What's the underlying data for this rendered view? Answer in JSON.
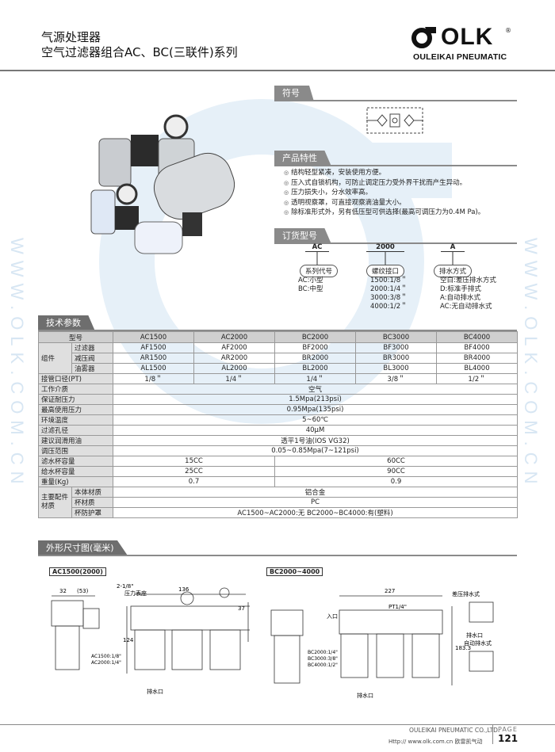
{
  "header": {
    "title_line1": "气源处理器",
    "title_line2": "空气过滤器组合AC、BC(三联件)系列",
    "logo_text": "OLK",
    "logo_reg": "®",
    "logo_sub": "OULEIKAI PNEUMATIC"
  },
  "watermark": "WWW.OLK.COM.CN",
  "sections": {
    "symbol": "符号",
    "features": "产品特性",
    "order": "订货型号",
    "spec": "技术参数",
    "dims": "外形尺寸图(毫米)"
  },
  "features": [
    "结构轻型紧凑，安装使用方便。",
    "压入式自锁机构，可防止调定压力受外界干扰而产生异动。",
    "压力损失小，分水效率高。",
    "透明视察罩，可直接观察滴油量大小。",
    "除标准形式外，另有低压型可供选择(最高可调压力为0.4M Pa)。"
  ],
  "order": {
    "codes": [
      "AC",
      "2000",
      "A"
    ],
    "boxes": [
      "系列代号",
      "螺纹接口",
      "排水方式"
    ],
    "desc1": [
      "AC:小型",
      "BC:中型"
    ],
    "desc2": [
      "1500:1/8＂",
      "2000:1/4＂",
      "3000:3/8＂",
      "4000:1/2＂"
    ],
    "desc3": [
      "空白:差压排水方式",
      "D:标准手排式",
      "A:自动排水式",
      "AC:无自动排水式"
    ]
  },
  "spec": {
    "model_label": "型号",
    "models": [
      "AC1500",
      "AC2000",
      "BC2000",
      "BC3000",
      "BC4000"
    ],
    "group_label": "组件",
    "components": [
      {
        "name": "过滤器",
        "values": [
          "AF1500",
          "AF2000",
          "BF2000",
          "BF3000",
          "BF4000"
        ]
      },
      {
        "name": "减压阀",
        "values": [
          "AR1500",
          "AR2000",
          "BR2000",
          "BR3000",
          "BR4000"
        ]
      },
      {
        "name": "油雾器",
        "values": [
          "AL1500",
          "AL2000",
          "BL2000",
          "BL3000",
          "BL4000"
        ]
      }
    ],
    "port_label": "接管口径(PT)",
    "ports": [
      "1/8＂",
      "1/4＂",
      "1/4＂",
      "3/8＂",
      "1/2＂"
    ],
    "common": [
      {
        "label": "工作介质",
        "value": "空气"
      },
      {
        "label": "保证耐压力",
        "value": "1.5Mpa(213psi)"
      },
      {
        "label": "最高使用压力",
        "value": "0.95Mpa(135psi)"
      },
      {
        "label": "环境温度",
        "value": "5~60℃"
      },
      {
        "label": "过滤孔径",
        "value": "40μM"
      },
      {
        "label": "建议润滑用油",
        "value": "透平1号油(IOS VG32)"
      },
      {
        "label": "调压范围",
        "value": "0.05~0.85Mpa(7~121psi)"
      }
    ],
    "split": [
      {
        "label": "滤水杯容量",
        "a": "15CC",
        "b": "60CC"
      },
      {
        "label": "给水杯容量",
        "a": "25CC",
        "b": "90CC"
      },
      {
        "label": "重量(Kg)",
        "a": "0.7",
        "b": "0.9"
      }
    ],
    "material_label": "主要配件材质",
    "materials": [
      {
        "name": "本体材质",
        "value": "铝合金"
      },
      {
        "name": "杯材质",
        "value": "PC"
      },
      {
        "name": "杯防护罩",
        "value": "AC1500~AC2000:无    BC2000~BC4000:有(塑料)"
      }
    ]
  },
  "dims": {
    "left_label": "AC1500(2000)",
    "right_label": "BC2000~4000",
    "left_notes": [
      "2-1/8\"",
      "压力表座",
      "136",
      "32",
      "(53)",
      "124",
      "37",
      "排水口",
      "AC1500:1/8\"",
      "AC2000:1/4\""
    ],
    "right_notes": [
      "227",
      "PT1/4\"",
      "入口",
      "差压排水式",
      "排水口",
      "自动排水式",
      "BC2000:1/4\"",
      "BC3000:3/8\"",
      "BC4000:1/2\"",
      "183.3"
    ]
  },
  "footer": {
    "company": "OULEIKAI PNEUMATIC CO.,LTD.",
    "page_label": "PAGE",
    "page_num": "121",
    "url": "Http:// www.olk.com.cn  欧雷凯气动"
  }
}
